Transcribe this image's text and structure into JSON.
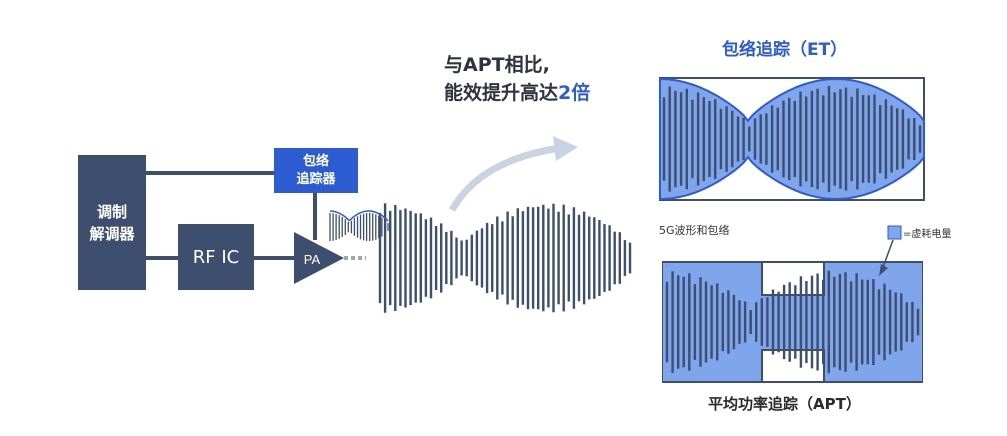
{
  "blocks": {
    "modem_line1": "调制",
    "modem_line2": "解调器",
    "rfic": "RF IC",
    "tracker_line1": "包络",
    "tracker_line2": "追踪器",
    "pa": "PA"
  },
  "headline": {
    "line1": "与APT相比,",
    "line2_prefix": "能效提升高达",
    "line2_highlight": "2倍"
  },
  "et_panel": {
    "title": "包络追踪（ET）"
  },
  "apt_panel": {
    "caption_5g": "5G波形和包络",
    "legend_label": "=虚耗电量",
    "title": "平均功率追踪（APT）"
  },
  "colors": {
    "block": "#3d4e6e",
    "accent": "#2d5bd1",
    "envelope_fill": "#7fa5ec",
    "envelope_stroke": "#2d5bd1",
    "arrow": "#c9d3e2"
  }
}
